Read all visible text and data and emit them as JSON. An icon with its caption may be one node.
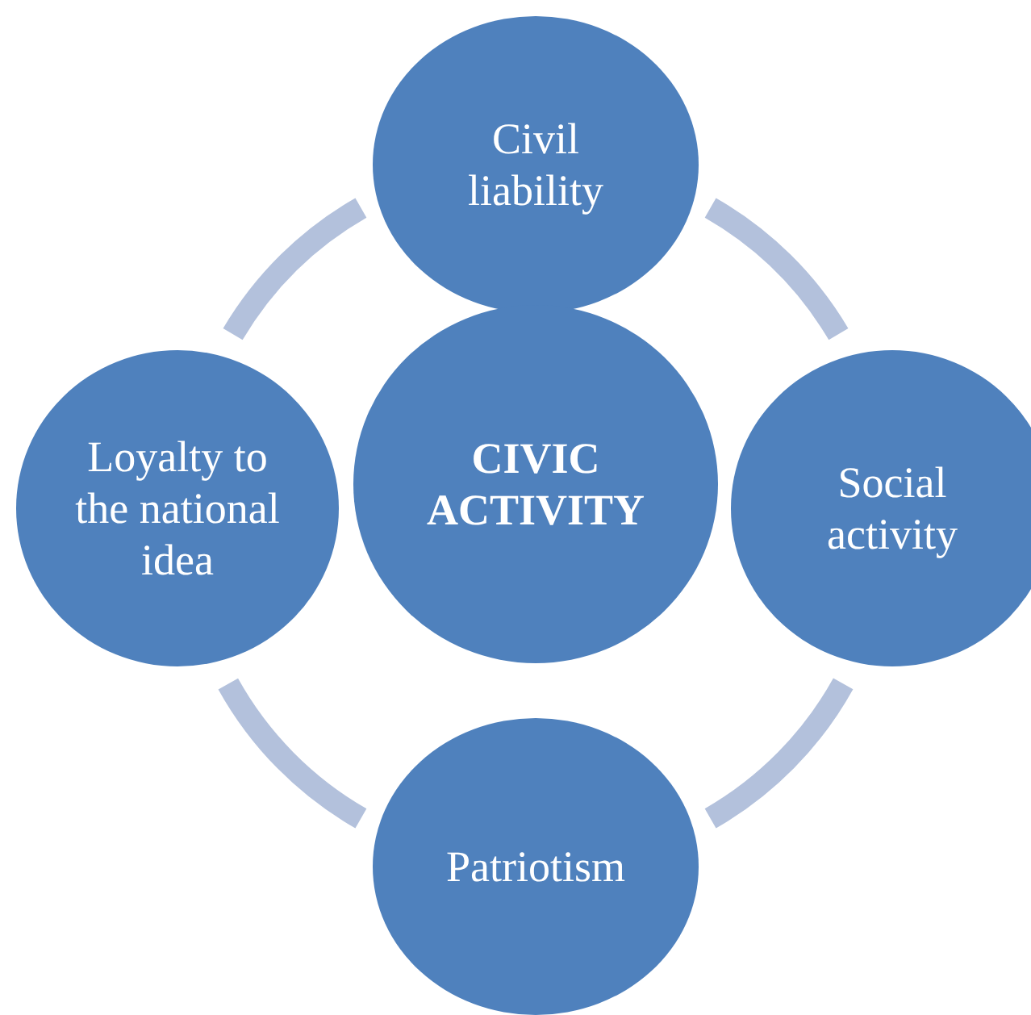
{
  "diagram": {
    "nodes": [
      {
        "text": [
          "Civil liability"
        ]
      },
      {
        "text": [
          "Loyalty to the national idea"
        ]
      },
      {
        "text": [
          "CIVIC ACTIVITY"
        ]
      },
      {
        "text": [
          "Social activity"
        ]
      },
      {
        "text": [
          "Patriotism"
        ]
      }
    ],
    "edges": [
      {
        "from": 0,
        "to": 3,
        "arrow": "none"
      },
      {
        "from": 3,
        "to": 4,
        "arrow": "none"
      },
      {
        "from": 4,
        "to": 1,
        "arrow": "none"
      },
      {
        "from": 1,
        "to": 0,
        "arrow": "none"
      }
    ]
  }
}
